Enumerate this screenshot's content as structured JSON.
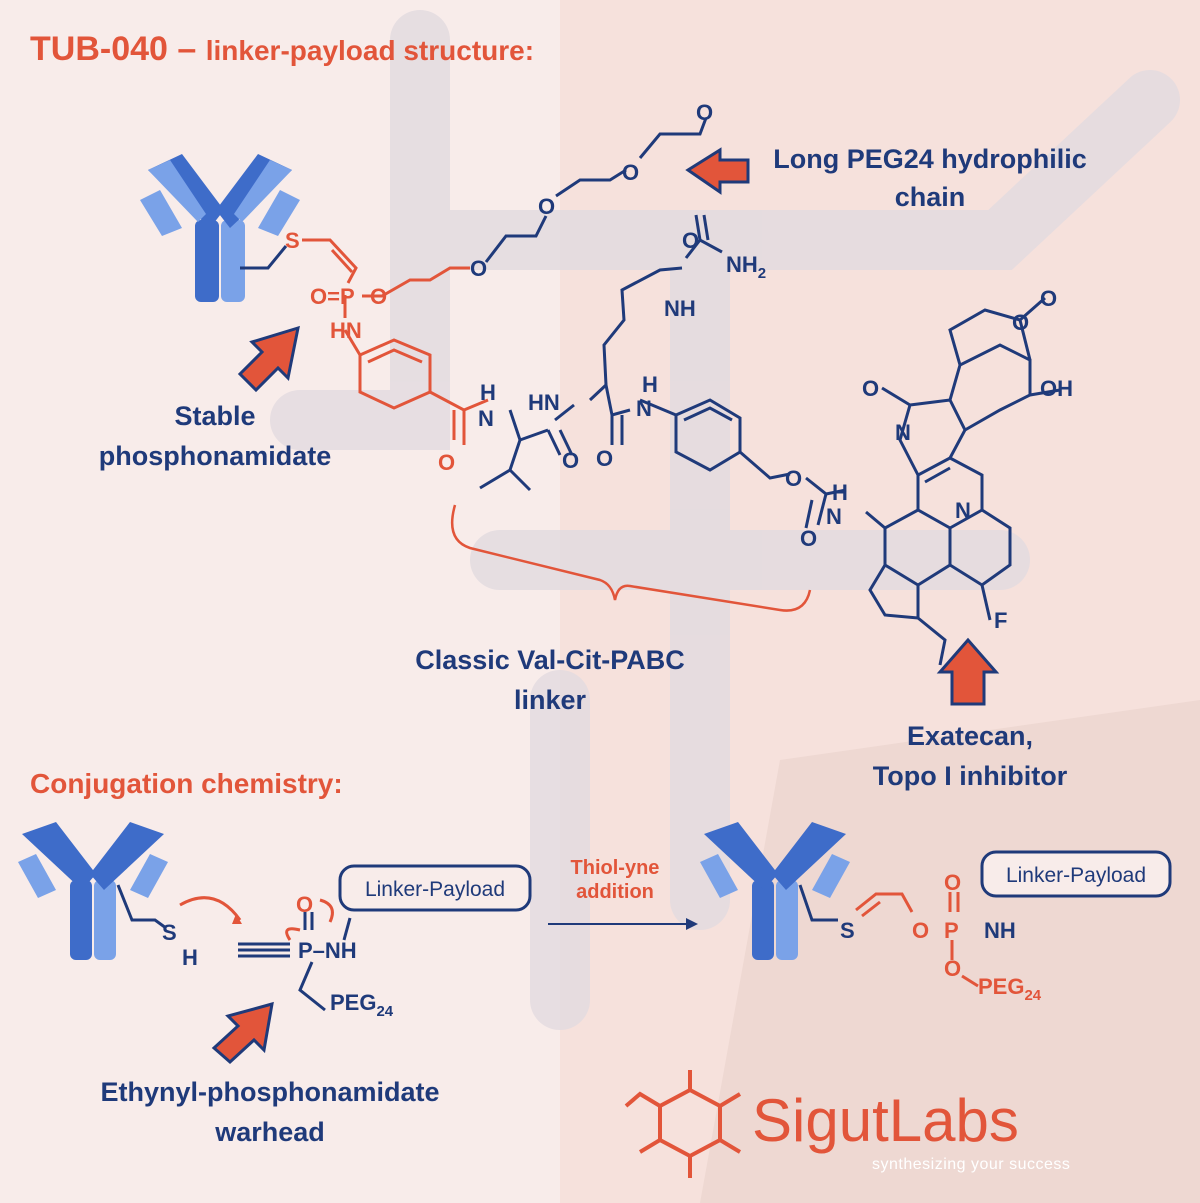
{
  "colors": {
    "blue": "#1f3a7a",
    "orange": "#e2553a",
    "antibody_light": "#7aa2e8",
    "antibody_dark": "#3e6cc9",
    "background": "#f8ecea"
  },
  "title": {
    "main": "TUB-040 –",
    "sub": "linker-payload structure:"
  },
  "callouts": {
    "peg": [
      "Long PEG24 hydrophilic",
      "chain"
    ],
    "phosphonamidate": [
      "Stable",
      "phosphonamidate"
    ],
    "valcit": [
      "Classic Val-Cit-PABC",
      "linker"
    ],
    "exatecan": [
      "Exatecan,",
      "Topo I inhibitor"
    ]
  },
  "conjugation": {
    "heading": "Conjugation chemistry:",
    "reaction": [
      "Thiol-yne",
      "addition"
    ],
    "box_label": "Linker-Payload",
    "warhead": [
      "Ethynyl-phosphonamidate",
      "warhead"
    ]
  },
  "atoms": {
    "O": "O",
    "S": "S",
    "H": "H",
    "P": "P",
    "N": "N",
    "F": "F",
    "OH": "OH",
    "HN": "HN",
    "NH": "NH",
    "NH2": "NH",
    "sub2": "2",
    "O_eq_P": "O=P",
    "PEG": "PEG",
    "sub24": "24",
    "P_NH": "P–NH"
  },
  "logo": {
    "name": "SigutLabs",
    "tagline": "synthesizing your success"
  },
  "icons": [
    "antibody-icon",
    "arrow-right-icon",
    "arrow-up-right-icon",
    "arrow-up-icon",
    "brace-icon",
    "hexagon-logo-icon"
  ]
}
